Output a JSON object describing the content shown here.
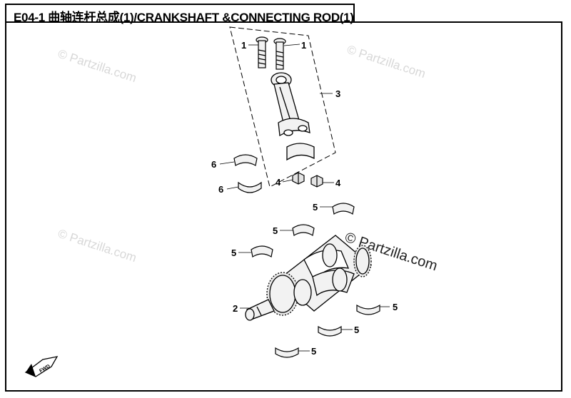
{
  "diagram": {
    "title": "E04-1 曲轴连杆总成(1)/CRANKSHAFT &CONNECTING ROD(1)",
    "watermark": "© Partzilla.com",
    "callouts": [
      "1",
      "1",
      "3",
      "6",
      "6",
      "4",
      "4",
      "5",
      "5",
      "5",
      "2",
      "5",
      "5",
      "5"
    ],
    "direction_badge": "FWD"
  },
  "colors": {
    "line": "#000000",
    "watermark": "#d8d8d8",
    "part_fill": "#f2f2f2"
  }
}
